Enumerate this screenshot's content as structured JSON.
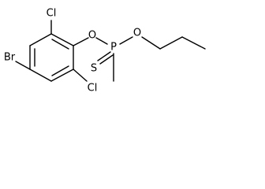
{
  "molecule": {
    "atoms": {
      "br": "Br",
      "cl_top": "Cl",
      "cl_bottom": "Cl",
      "o_aryl": "O",
      "p": "P",
      "s": "S",
      "o_propyl": "O"
    }
  }
}
